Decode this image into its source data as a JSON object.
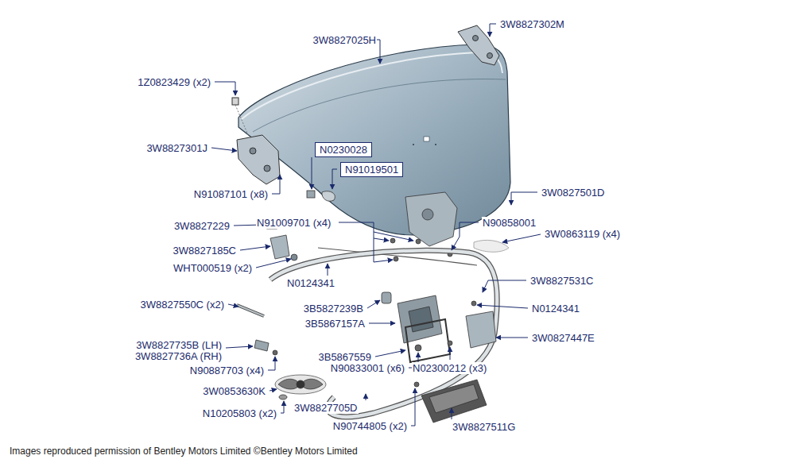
{
  "diagram": {
    "caption": "Images reproduced permission of Bentley Motors Limited ©Bentley Motors Limited",
    "labels": [
      "3W8827025H",
      "3W8827302M",
      "1Z0823429 (x2)",
      "3W8827301J",
      "N0230028",
      "N91019501",
      "N91087101 (x8)",
      "3W0827501D",
      "3W8827229",
      "N91009701 (x4)",
      "N90858001",
      "3W0863119 (x4)",
      "3W8827185C",
      "WHT000519 (x2)",
      "N0124341",
      "3W8827531C",
      "3B5827239B",
      "N0124341",
      "3W8827550C (x2)",
      "3B5867157A",
      "3W0827447E",
      "3W8827735B (LH)",
      "3W8827736A (RH)",
      "3B5867559",
      "N90833001 (x6)",
      "N02300212 (x3)",
      "N90887703 (x4)",
      "3W0853630K",
      "N10205803 (x2)",
      "3W8827705D",
      "N90744805 (x2)",
      "3W8827511G"
    ]
  }
}
